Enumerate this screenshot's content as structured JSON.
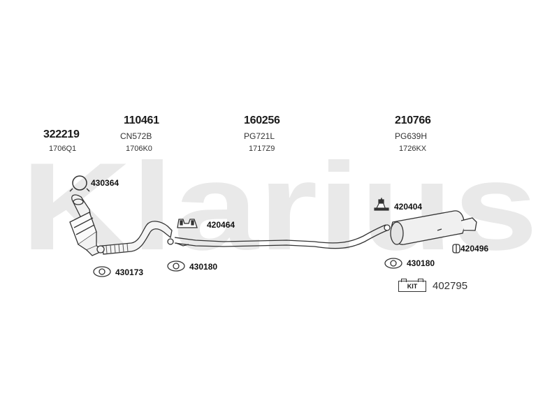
{
  "watermark": {
    "text": "Klarius",
    "color": "#e9e9e9"
  },
  "components": [
    {
      "part_no": "322219",
      "ref": "1706Q1",
      "code": ""
    },
    {
      "part_no": "110461",
      "ref": "1706K0",
      "code": "CN572B"
    },
    {
      "part_no": "160256",
      "ref": "1717Z9",
      "code": "PG721L"
    },
    {
      "part_no": "210766",
      "ref": "1726KX",
      "code": "PG639H"
    }
  ],
  "accessories": [
    {
      "part_no": "430364",
      "icon": "clamp-ring-icon"
    },
    {
      "part_no": "420464",
      "icon": "rubber-mount-icon"
    },
    {
      "part_no": "430173",
      "icon": "flange-gasket-icon"
    },
    {
      "part_no": "430180",
      "icon": "flange-gasket-icon"
    },
    {
      "part_no": "420404",
      "icon": "hanger-icon"
    },
    {
      "part_no": "430180",
      "icon": "flange-gasket-icon"
    },
    {
      "part_no": "420496",
      "icon": "mounting-rubber-icon"
    }
  ],
  "kit": {
    "label": "KIT",
    "part_no": "402795"
  }
}
